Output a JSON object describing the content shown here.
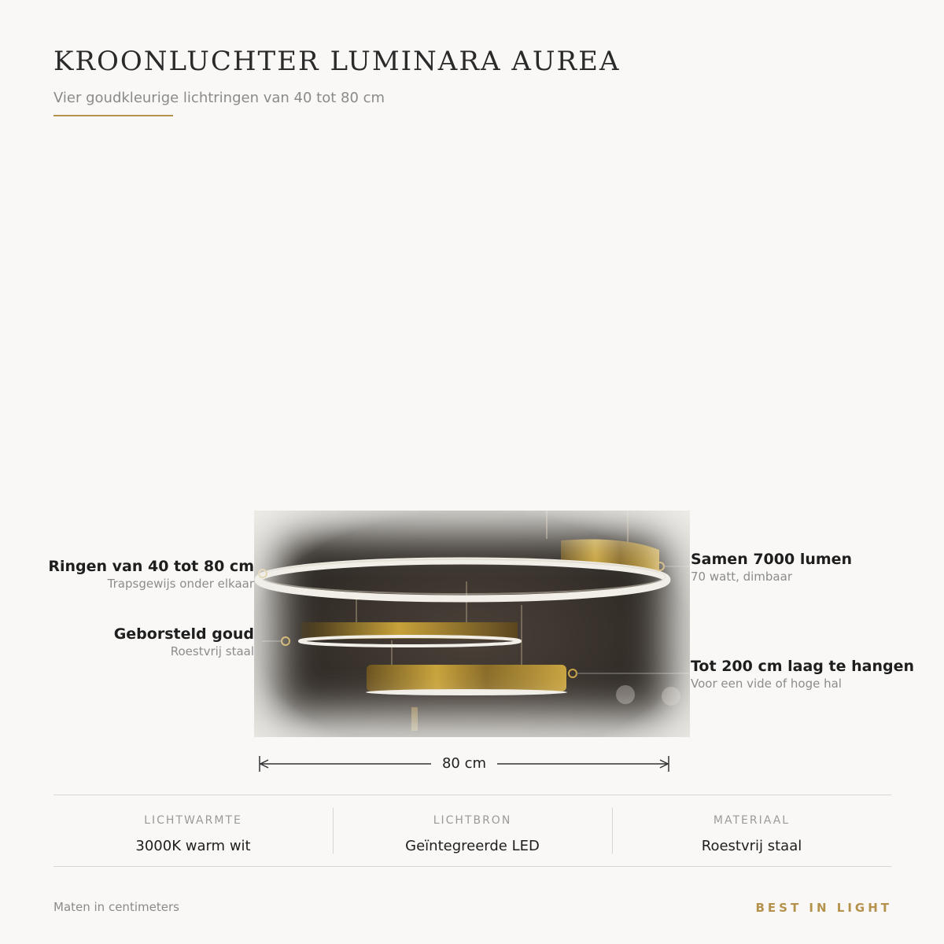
{
  "header": {
    "title": "KROONLUCHTER LUMINARA AUREA",
    "subtitle": "Vier goudkleurige lichtringen van 40 tot 80 cm"
  },
  "callouts": [
    {
      "main": "Ringen van 40 tot 80 cm",
      "sub": "Trapsgewijs onder elkaar"
    },
    {
      "main": "Geborsteld goud",
      "sub": "Roestvrij staal"
    },
    {
      "main": "Samen 7000 lumen",
      "sub": "70 watt, dimbaar"
    },
    {
      "main": "Tot 200 cm laag te hangen",
      "sub": "Voor een vide of hoge hal"
    }
  ],
  "dimension": {
    "label": "80 cm"
  },
  "specs": [
    {
      "label": "LICHTWARMTE",
      "value": "3000K warm wit"
    },
    {
      "label": "LICHTBRON",
      "value": "Geïntegreerde LED"
    },
    {
      "label": "MATERIAAL",
      "value": "Roestvrij staal"
    }
  ],
  "footer": {
    "note": "Maten in centimeters",
    "brand": "BEST IN LIGHT"
  },
  "colors": {
    "accent": "#b5924c",
    "background": "#f9f8f6",
    "text": "#1e1e1e",
    "muted": "#8a8a8a"
  }
}
